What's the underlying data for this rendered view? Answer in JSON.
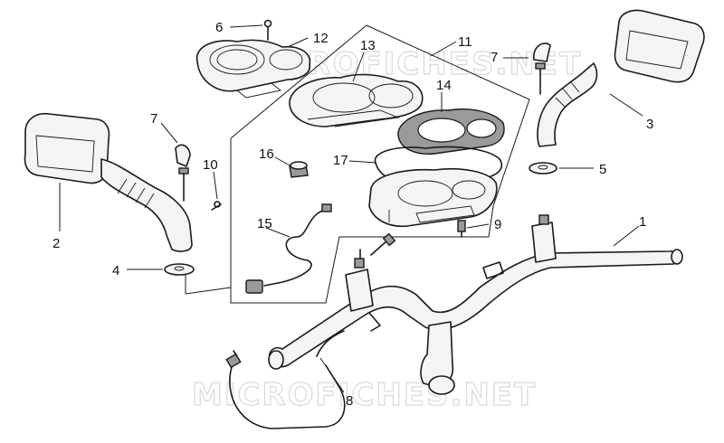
{
  "watermark": {
    "top": "MICROFICHES.NET",
    "bottom": "MICROFICHES.NET"
  },
  "callouts": {
    "c1": "1",
    "c2": "2",
    "c3": "3",
    "c4": "4",
    "c5": "5",
    "c6": "6",
    "c7a": "7",
    "c7b": "7",
    "c8": "8",
    "c9": "9",
    "c10": "10",
    "c11": "11",
    "c12": "12",
    "c13": "13",
    "c14": "14",
    "c15": "15",
    "c16": "16",
    "c17": "17"
  }
}
